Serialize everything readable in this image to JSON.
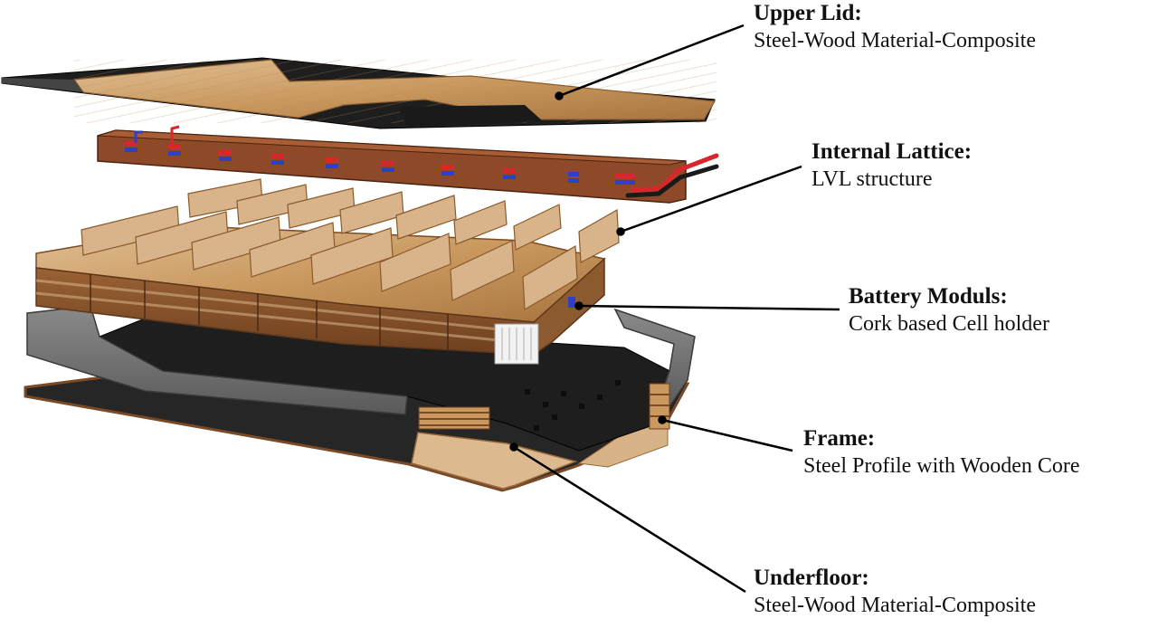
{
  "components": [
    {
      "id": "upper-lid",
      "title": "Upper Lid:",
      "subtitle": "Steel-Wood Material-Composite"
    },
    {
      "id": "internal-lattice",
      "title": "Internal Lattice:",
      "subtitle": "LVL structure"
    },
    {
      "id": "battery-moduls",
      "title": "Battery Moduls:",
      "subtitle": "Cork based Cell holder"
    },
    {
      "id": "frame",
      "title": "Frame:",
      "subtitle": "Steel Profile with Wooden Core"
    },
    {
      "id": "underfloor",
      "title": "Underfloor:",
      "subtitle": "Steel-Wood Material-Composite"
    }
  ],
  "colors": {
    "wood_light": "#d9b48a",
    "wood_mid": "#b07a48",
    "wood_dark": "#7a4a26",
    "steel_gray": "#6e6e6e",
    "steel_black": "#1c1c1c",
    "coolant_red": "#d8262b",
    "coolant_blue": "#2f3fc8",
    "leader_line": "#000000"
  }
}
